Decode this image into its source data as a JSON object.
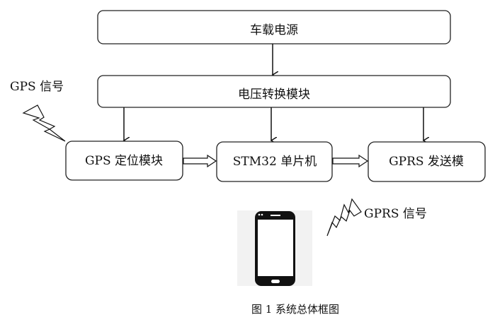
{
  "blocks": {
    "power_source": "车载电源",
    "voltage_converter": "电压转换模块",
    "gps_module": "GPS 定位模块",
    "mcu": "STM32 单片机",
    "gprs_module": "GPRS 发送模"
  },
  "signals": {
    "gps": "GPS 信号",
    "gprs": "GPRS 信号"
  },
  "caption": "图 1  系统总体框图",
  "icons": [
    "lightning-icon",
    "smartphone-icon"
  ]
}
